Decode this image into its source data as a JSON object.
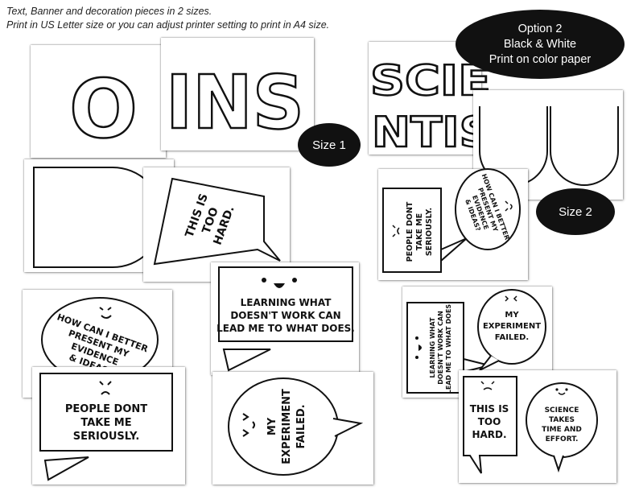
{
  "header": {
    "line1": "Text, Banner and decoration pieces in 2 sizes.",
    "line2": "Print in US Letter size or you can adjust printer setting to print in A4 size."
  },
  "option_badge": {
    "line1": "Option 2",
    "line2": "Black & White",
    "line3": "Print on color paper"
  },
  "size1_label": "Size 1",
  "size2_label": "Size 2",
  "letters": {
    "o": "O",
    "ins": "INS",
    "scie": "SCIE",
    "ntis": "NTIS"
  },
  "bubbles": {
    "too_hard": [
      "THIS IS",
      "TOO",
      "HARD."
    ],
    "present": [
      "HOW CAN I BETTER",
      "PRESENT MY",
      "EVIDENCE",
      "& IDEAS?"
    ],
    "learning": [
      "LEARNING WHAT",
      "DOESN'T WORK CAN",
      "LEAD ME TO WHAT DOES."
    ],
    "serious": [
      "PEOPLE DONT",
      "TAKE ME",
      "SERIOUSLY."
    ],
    "failed": [
      "MY",
      "EXPERIMENT",
      "FAILED."
    ],
    "science": [
      "SCIENCE",
      "TAKES",
      "TIME AND",
      "EFFORT."
    ]
  }
}
